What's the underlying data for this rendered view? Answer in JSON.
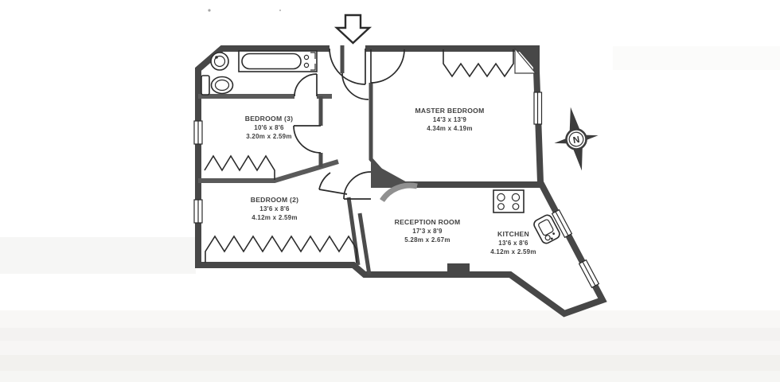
{
  "floorplan": {
    "rooms": [
      {
        "id": "bedroom-3",
        "name": "BEDROOM (3)",
        "size_imperial": "10'6 x 8'6",
        "size_metric": "3.20m x 2.59m"
      },
      {
        "id": "bedroom-2",
        "name": "BEDROOM (2)",
        "size_imperial": "13'6 x 8'6",
        "size_metric": "4.12m x 2.59m"
      },
      {
        "id": "master-bedroom",
        "name": "MASTER BEDROOM",
        "size_imperial": "14'3 x 13'9",
        "size_metric": "4.34m x 4.19m"
      },
      {
        "id": "reception-room",
        "name": "RECEPTION ROOM",
        "size_imperial": "17'3 x 8'9",
        "size_metric": "5.28m x 2.67m"
      },
      {
        "id": "kitchen",
        "name": "KITCHEN",
        "size_imperial": "13'6 x 8'6",
        "size_metric": "4.12m x 2.59m"
      }
    ],
    "compass": {
      "label": "N"
    },
    "icons": {
      "entrance": "down-arrow-icon",
      "compass": "compass-north-icon",
      "bathtub": "bathtub-icon",
      "toilet": "toilet-icon",
      "basin": "basin-icon",
      "stove": "stove-hob-icon",
      "sink": "kitchen-sink-icon",
      "wardrobe": "zigzag-wardrobe-symbol"
    },
    "colors": {
      "wall": "#474747",
      "divider_wall": "#5a5a5a",
      "line": "#2b2b2b",
      "label_text": "#3f3f3f",
      "background": "#ffffff",
      "scan_streak": "#f1f0ee"
    }
  }
}
